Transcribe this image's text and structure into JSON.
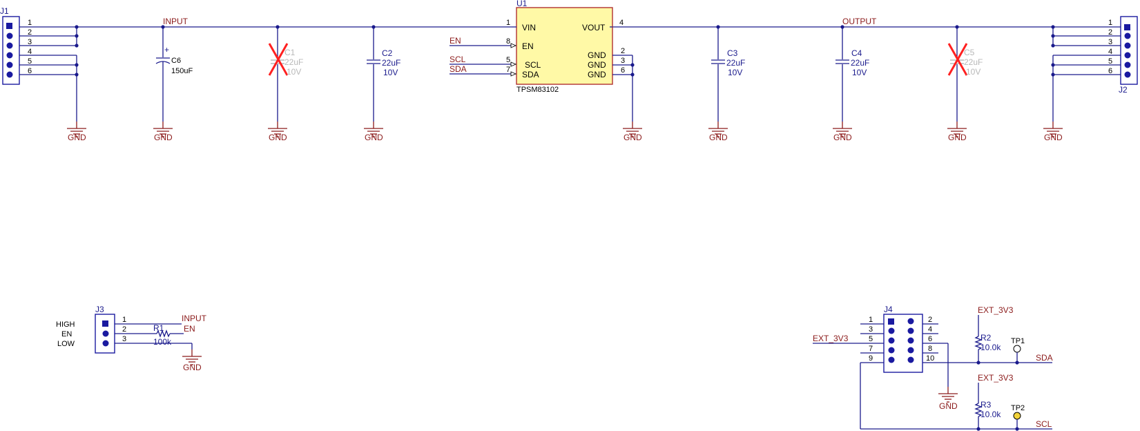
{
  "u1": {
    "ref": "U1",
    "part": "TPSM83102",
    "pins": {
      "vin": {
        "num": "1",
        "name": "VIN"
      },
      "en": {
        "num": "8",
        "name": "EN"
      },
      "scl": {
        "num": "5",
        "name": "SCL"
      },
      "sda": {
        "num": "7",
        "name": "SDA"
      },
      "vout": {
        "num": "4",
        "name": "VOUT"
      },
      "gnd2": {
        "num": "2",
        "name": "GND"
      },
      "gnd3": {
        "num": "3",
        "name": "GND"
      },
      "gnd6": {
        "num": "6",
        "name": "GND"
      }
    }
  },
  "nets": {
    "input": "INPUT",
    "output": "OUTPUT",
    "en": "EN",
    "scl": "SCL",
    "sda": "SDA",
    "ext3v3": "EXT_3V3"
  },
  "gnd_label": "GND",
  "connectors": {
    "j1": {
      "ref": "J1",
      "pins": [
        "1",
        "2",
        "3",
        "4",
        "5",
        "6"
      ]
    },
    "j2": {
      "ref": "J2",
      "pins": [
        "1",
        "2",
        "3",
        "4",
        "5",
        "6"
      ]
    },
    "j3": {
      "ref": "J3",
      "pins": [
        "1",
        "2",
        "3"
      ],
      "labels": [
        "HIGH",
        "EN",
        "LOW"
      ]
    },
    "j4": {
      "ref": "J4",
      "left_pins": [
        "1",
        "3",
        "5",
        "7",
        "9"
      ],
      "right_pins": [
        "2",
        "4",
        "6",
        "8",
        "10"
      ]
    }
  },
  "capacitors": {
    "c6": {
      "ref": "C6",
      "value": "150uF"
    },
    "c1": {
      "ref": "C1",
      "value": "22uF",
      "voltage": "10V",
      "dnp": true
    },
    "c2": {
      "ref": "C2",
      "value": "22uF",
      "voltage": "10V"
    },
    "c3": {
      "ref": "C3",
      "value": "22uF",
      "voltage": "10V"
    },
    "c4": {
      "ref": "C4",
      "value": "22uF",
      "voltage": "10V"
    },
    "c5": {
      "ref": "C5",
      "value": "22uF",
      "voltage": "10V",
      "dnp": true
    }
  },
  "resistors": {
    "r1": {
      "ref": "R1",
      "value": "100k"
    },
    "r2": {
      "ref": "R2",
      "value": "10.0k"
    },
    "r3": {
      "ref": "R3",
      "value": "10.0k"
    }
  },
  "testpoints": {
    "tp1": {
      "ref": "TP1",
      "color": "#ffffff"
    },
    "tp2": {
      "ref": "TP2",
      "color": "#f2d33a"
    }
  },
  "colors": {
    "wire": "#1a1a8c",
    "net_label": "#8b1a1a",
    "component_body": "#fff9a6",
    "component_border": "#b03030",
    "dnp_mark": "#ff2020"
  }
}
